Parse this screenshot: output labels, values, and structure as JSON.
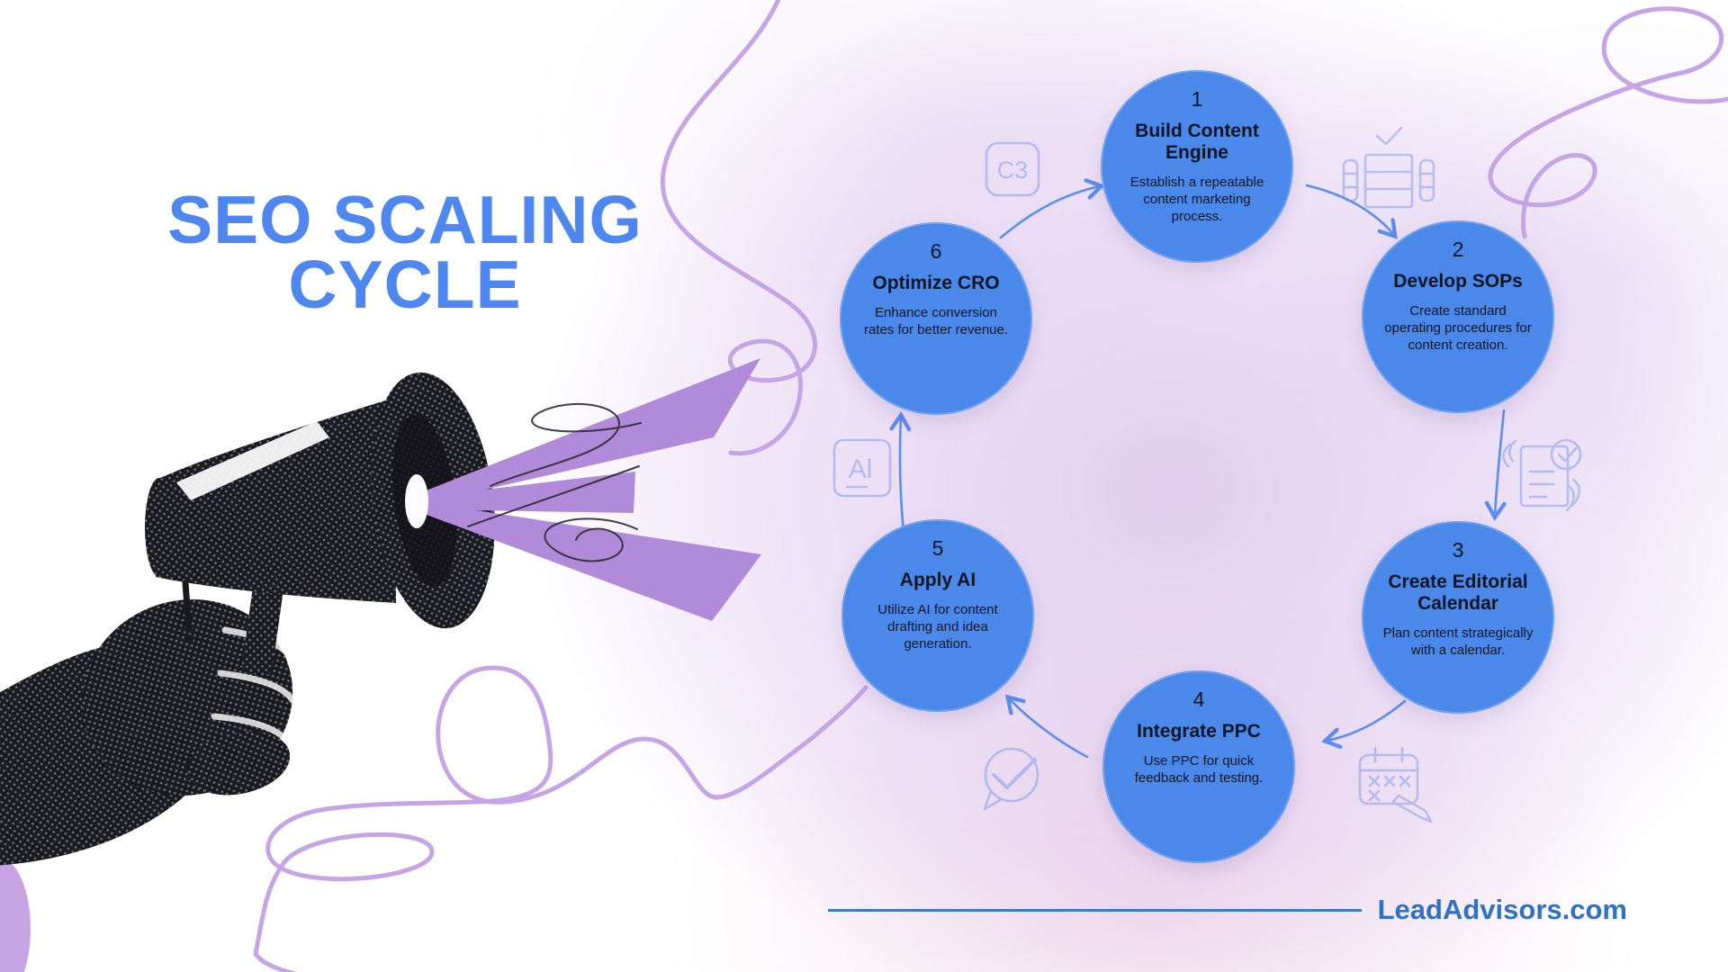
{
  "title": {
    "line1": "SEO SCALING",
    "line2": "CYCLE"
  },
  "brand": {
    "label": "LeadAdvisors.com"
  },
  "steps": [
    {
      "number": "1",
      "title": "Build Content Engine",
      "desc": "Establish a repeatable content marketing process."
    },
    {
      "number": "2",
      "title": "Develop SOPs",
      "desc": "Create standard operating procedures for content creation."
    },
    {
      "number": "3",
      "title": "Create Editorial Calendar",
      "desc": "Plan content strategically with a calendar."
    },
    {
      "number": "4",
      "title": "Integrate PPC",
      "desc": "Use PPC for quick feedback and testing."
    },
    {
      "number": "5",
      "title": "Apply AI",
      "desc": "Utilize AI for content drafting and idea generation."
    },
    {
      "number": "6",
      "title": "Optimize CRO",
      "desc": "Enhance conversion rates for better revenue."
    }
  ],
  "icons": {
    "c3_label": "C3",
    "ai_label": "Al",
    "between_6_and_1": "c3-badge-icon",
    "between_1_and_2": "table-check-icon",
    "between_2_and_3": "document-approved-icon",
    "between_3_and_4": "calendar-pencil-icon",
    "between_4_and_5": "chat-check-icon",
    "between_5_and_6": "ai-badge-icon"
  },
  "colors": {
    "circle_blue": "#4a88ea",
    "title_blue": "#4e87f0",
    "brand_blue": "#2d72c5",
    "connector_blue": "#5b8cf0",
    "faded_icon_blue": "#7e99ea",
    "squiggle_purple": "#c5a5e6",
    "beam_purple": "#b28ada"
  }
}
